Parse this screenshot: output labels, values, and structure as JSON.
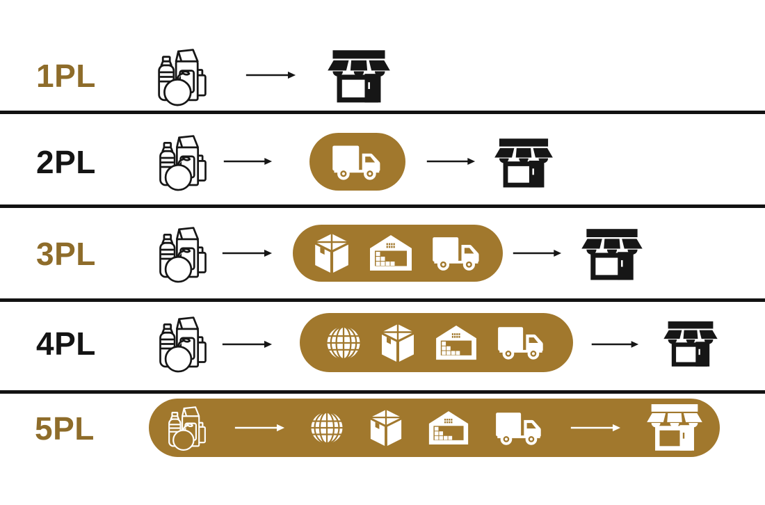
{
  "diagram": {
    "title_visible": false,
    "colors": {
      "accent_brown": "#A1782D",
      "gold_label": "#8E6C2A",
      "black_label": "#141414",
      "separator": "#121212",
      "background": "#FFFFFF",
      "icon_on_accent": "#FFFFFF"
    },
    "rows": [
      {
        "label": "1PL",
        "label_color": "#8E6C2A",
        "steps": [
          "goods",
          "arrow",
          "store"
        ],
        "highlighted_steps": []
      },
      {
        "label": "2PL",
        "label_color": "#141414",
        "steps": [
          "goods",
          "arrow",
          "truck",
          "arrow",
          "store"
        ],
        "highlighted_steps": [
          "truck"
        ]
      },
      {
        "label": "3PL",
        "label_color": "#8E6C2A",
        "steps": [
          "goods",
          "arrow",
          "box",
          "warehouse",
          "truck",
          "arrow",
          "store"
        ],
        "highlighted_steps": [
          "box",
          "warehouse",
          "truck"
        ]
      },
      {
        "label": "4PL",
        "label_color": "#141414",
        "steps": [
          "goods",
          "arrow",
          "globe",
          "box",
          "warehouse",
          "truck",
          "arrow",
          "store"
        ],
        "highlighted_steps": [
          "globe",
          "box",
          "warehouse",
          "truck"
        ]
      },
      {
        "label": "5PL",
        "label_color": "#8E6C2A",
        "steps": [
          "goods",
          "arrow",
          "globe",
          "box",
          "warehouse",
          "truck",
          "arrow",
          "store"
        ],
        "highlighted_steps": [
          "goods",
          "arrow",
          "globe",
          "box",
          "warehouse",
          "truck",
          "arrow",
          "store"
        ]
      }
    ],
    "icon_legend": {
      "goods": "groceries-icon",
      "arrow": "arrow-right-icon",
      "truck": "delivery-truck-icon",
      "box": "package-box-icon",
      "warehouse": "warehouse-icon",
      "globe": "globe-icon",
      "store": "storefront-icon"
    }
  }
}
